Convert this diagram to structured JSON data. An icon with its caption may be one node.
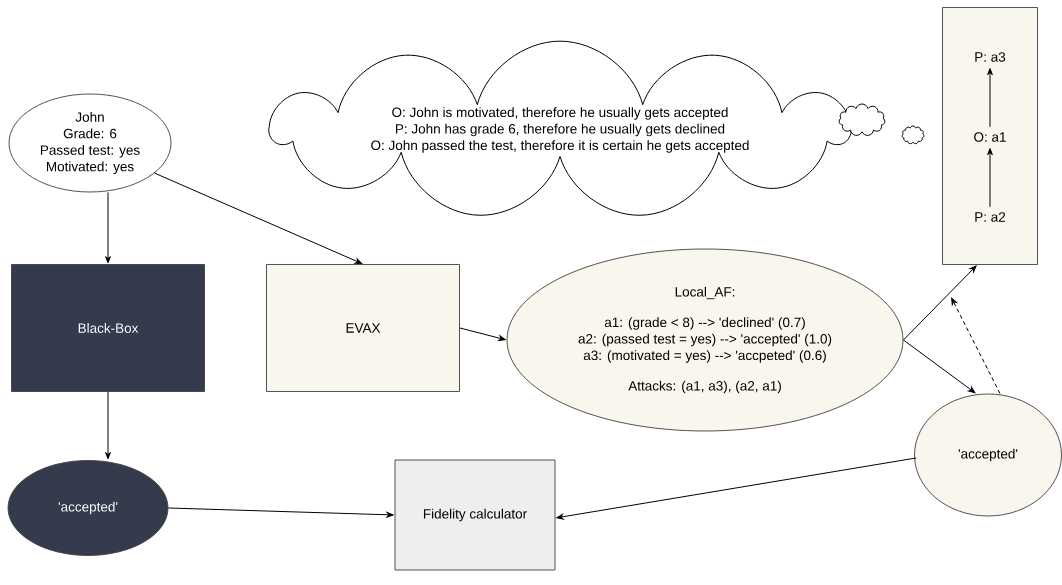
{
  "diagram": {
    "nodes": [
      {
        "text": [
          "John",
          "Grade: 6",
          "Passed test: yes",
          "Motivated: yes"
        ]
      },
      {
        "text": [
          "Black-Box"
        ]
      },
      {
        "text": [
          "EVAX"
        ]
      },
      {
        "text": [
          "Local_AF:",
          "a1: (grade < 8) --> 'declined' (0.7)",
          "a2: (passed test = yes) --> 'accepted' (1.0)",
          "a3: (motivated = yes) --> 'accpeted' (0.6)",
          "Attacks: (a1, a3), (a2, a1)"
        ]
      },
      {
        "text": [
          "'accepted'"
        ]
      },
      {
        "text": [
          "Fidelity calculator"
        ]
      },
      {
        "text": [
          "'accepted'"
        ]
      },
      {
        "text": [
          "O: John is motivated, therefore he usually gets accepted",
          "P: John has grade 6, therefore he usually gets declined",
          "O: John passed the test, therefore it is certain he gets accepted"
        ]
      },
      {
        "text": [],
        "shape": "cloud"
      },
      {
        "text": [],
        "shape": "cloud"
      },
      {
        "text": [],
        "shape": "box"
      },
      {
        "text": [
          "P: a3"
        ],
        "in": 10
      },
      {
        "text": [
          "O: a1"
        ],
        "in": 10
      },
      {
        "text": [
          "P: a2"
        ],
        "in": 10
      }
    ],
    "edges": [
      {
        "from": 0,
        "to": 1,
        "arrow": "to"
      },
      {
        "from": 0,
        "to": 2,
        "arrow": "to"
      },
      {
        "from": 1,
        "to": 4,
        "arrow": "to"
      },
      {
        "from": 2,
        "to": 3,
        "arrow": "to"
      },
      {
        "from": 3,
        "to": 10,
        "arrow": "to"
      },
      {
        "from": 3,
        "to": 6,
        "arrow": "to"
      },
      {
        "from": 6,
        "to": null,
        "arrow": "to",
        "style": "dashed"
      },
      {
        "from": 4,
        "to": 5,
        "arrow": "to"
      },
      {
        "from": 6,
        "to": 5,
        "arrow": "to"
      },
      {
        "from": 13,
        "to": 12,
        "arrow": "to"
      },
      {
        "from": 12,
        "to": 11,
        "arrow": "to"
      }
    ]
  }
}
